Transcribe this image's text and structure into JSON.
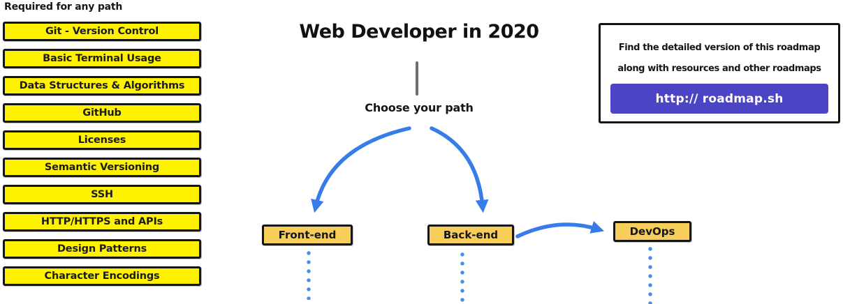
{
  "sidebar": {
    "heading": "Required for any path",
    "items": [
      "Git - Version Control",
      "Basic Terminal Usage",
      "Data Structures & Algorithms",
      "GitHub",
      "Licenses",
      "Semantic Versioning",
      "SSH",
      "HTTP/HTTPS and APIs",
      "Design Patterns",
      "Character Encodings"
    ]
  },
  "main": {
    "title": "Web Developer in 2020",
    "choose_label": "Choose your path",
    "paths": [
      {
        "label": "Front-end"
      },
      {
        "label": "Back-end"
      },
      {
        "label": "DevOps"
      }
    ]
  },
  "info_box": {
    "line1": "Find the detailed version of this roadmap",
    "line2": "along with resources and other roadmaps",
    "button_label": "http:// roadmap.sh"
  },
  "icons": {
    "arrow_down_left": "curved-arrow-icon",
    "arrow_down_right": "curved-arrow-icon",
    "arrow_right": "curved-arrow-icon"
  },
  "colors": {
    "topic_yellow": "#fff200",
    "node_amber": "#f8ce5b",
    "arrow_blue": "#377ce8",
    "dot_blue": "#4b8be8",
    "button_purple": "#4b44c4",
    "stem_gray": "#6e6e6e",
    "border_black": "#151515"
  }
}
